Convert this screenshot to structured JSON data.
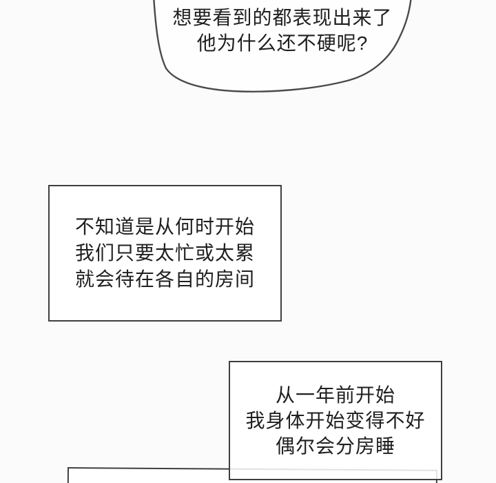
{
  "page": {
    "background_color": "#fbfbfb",
    "line_color": "#3e3e3e",
    "text_color": "#1f1f1f"
  },
  "speech_bubble": {
    "lines": [
      "想要看到的都表现出来了",
      "他为什么还不硬呢?"
    ]
  },
  "caption_boxes": [
    {
      "name": "narration-box-1",
      "lines": [
        "不知道是从何时开始",
        "我们只要太忙或太累",
        "就会待在各自的房间"
      ]
    },
    {
      "name": "narration-box-2",
      "lines": [
        "从一年前开始",
        "我身体开始变得不好",
        "偶尔会分房睡"
      ]
    },
    {
      "name": "narration-box-partial",
      "lines": []
    }
  ]
}
